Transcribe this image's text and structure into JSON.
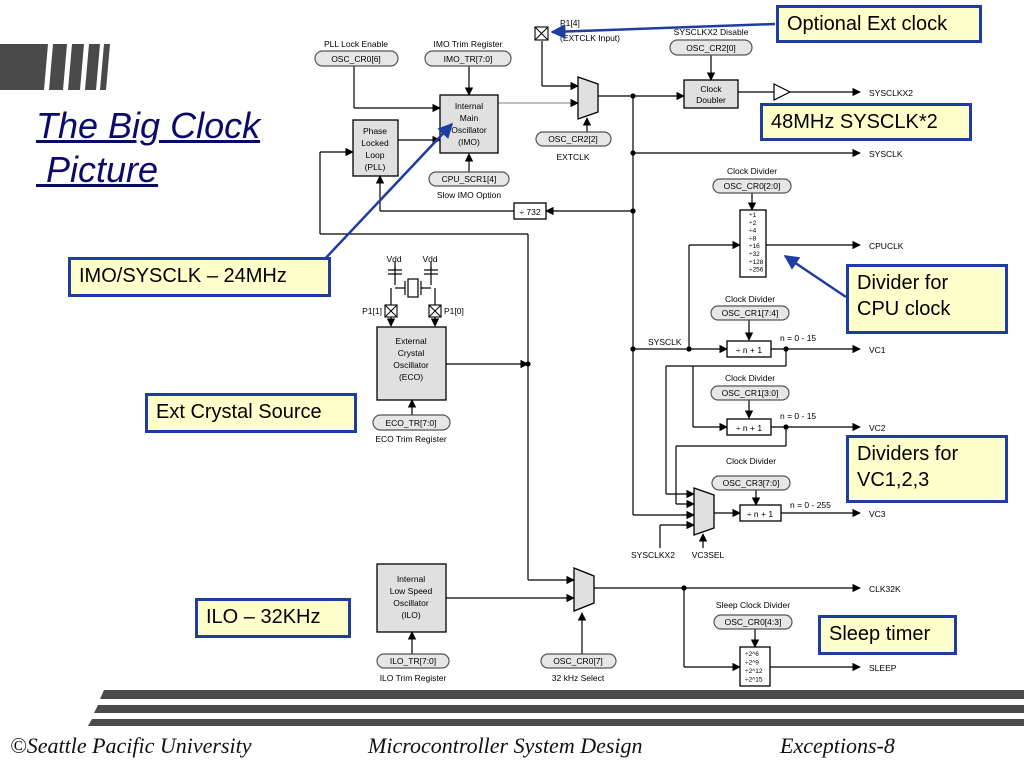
{
  "slide": {
    "title_line1": "The Big Clock",
    "title_line2": " Picture",
    "footer_left": "©Seattle Pacific University",
    "footer_center": "Microcontroller System Design",
    "footer_right": "Exceptions-8"
  },
  "callouts": {
    "optional_ext_clock": "Optional Ext clock",
    "sysclk_48": "48MHz SYSCLK*2",
    "imo_sysclk": "IMO/SYSCLK – 24MHz",
    "divider_cpu_1": "Divider for",
    "divider_cpu_2": "CPU clock",
    "ext_crystal": "Ext Crystal Source",
    "dividers_vc_1": "Dividers for",
    "dividers_vc_2": "VC1,2,3",
    "ilo": "ILO – 32KHz",
    "sleep_timer": "Sleep timer"
  },
  "diagram": {
    "pll_lock_label": "PLL Lock Enable",
    "pll_lock_reg": "OSC_CR0[6]",
    "imo_trim_label": "IMO Trim Register",
    "imo_trim_reg": "IMO_TR[7:0]",
    "p14_label": "P1[4]",
    "p14_sub": "(EXTCLK Input)",
    "sysclkx2_dis_label": "SYSCLKX2 Disable",
    "sysclkx2_dis_reg": "OSC_CR2[0]",
    "pll_line1": "Phase",
    "pll_line2": "Locked",
    "pll_line3": "Loop",
    "pll_line4": "(PLL)",
    "imo_line1": "Internal",
    "imo_line2": "Main",
    "imo_line3": "Oscillator",
    "imo_line4": "(IMO)",
    "cpu_scr_reg": "CPU_SCR1[4]",
    "slow_imo_label": "Slow IMO Option",
    "osc_cr2_2_reg": "OSC_CR2[2]",
    "extclk_label": "EXTCLK",
    "doubler_line1": "Clock",
    "doubler_line2": "Doubler",
    "out_sysclkx2": "SYSCLKX2",
    "out_sysclk": "SYSCLK",
    "div732": "÷ 732",
    "clkdiv_label": "Clock Divider",
    "clkdiv_cpu_reg": "OSC_CR0[2:0]",
    "cpu_div_values": [
      "1",
      "2",
      "4",
      "8",
      "16",
      "32",
      "128",
      "256"
    ],
    "out_cpuclk": "CPUCLK",
    "vdd": "Vdd",
    "p11": "P1[1]",
    "p10": "P1[0]",
    "eco_line1": "External",
    "eco_line2": "Crystal",
    "eco_line3": "Oscillator",
    "eco_line4": "(ECO)",
    "eco_trim_reg": "ECO_TR[7:0]",
    "eco_trim_label": "ECO Trim Register",
    "sysclk_in": "SYSCLK",
    "vc1_reg": "OSC_CR1[7:4]",
    "n_range_15": "n = 0 - 15",
    "n_range_255": "n = 0 - 255",
    "div_n1": "÷ n + 1",
    "out_vc1": "VC1",
    "vc2_reg": "OSC_CR1[3:0]",
    "out_vc2": "VC2",
    "vc3_reg": "OSC_CR3[7:0]",
    "out_vc3": "VC3",
    "sysclkx2_in": "SYSCLKX2",
    "vc3sel": "VC3SEL",
    "ilo_line1": "Internal",
    "ilo_line2": "Low Speed",
    "ilo_line3": "Oscillator",
    "ilo_line4": "(ILO)",
    "ilo_trim_reg": "ILO_TR[7:0]",
    "ilo_trim_label": "ILO Trim Register",
    "osc_cr0_7_reg": "OSC_CR0[7]",
    "sel32k_label": "32 kHz Select",
    "out_clk32k": "CLK32K",
    "sleep_div_label": "Sleep Clock Divider",
    "sleep_div_reg": "OSC_CR0[4:3]",
    "sleep_exp": [
      "6",
      "9",
      "12",
      "15"
    ],
    "out_sleep": "SLEEP"
  }
}
